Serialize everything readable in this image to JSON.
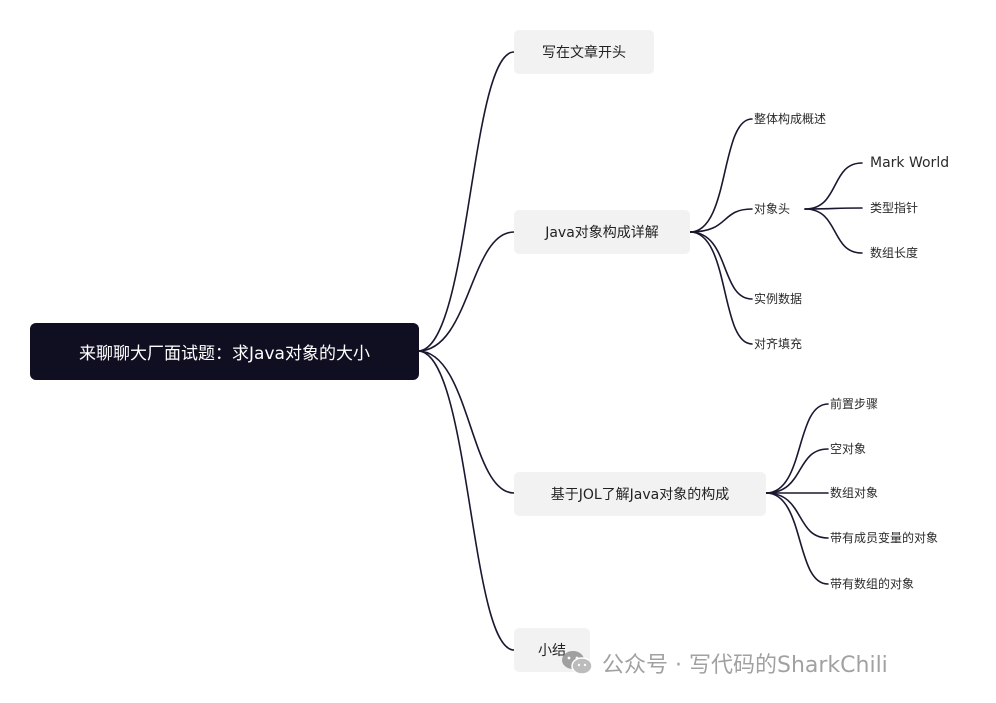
{
  "mindmap": {
    "root": "来聊聊大厂面试题：求Java对象的大小",
    "branches": [
      {
        "label": "写在文章开头",
        "children": []
      },
      {
        "label": "Java对象构成详解",
        "children": [
          {
            "label": "整体构成概述",
            "children": []
          },
          {
            "label": "对象头",
            "children": [
              "Mark World",
              "类型指针",
              "数组长度"
            ]
          },
          {
            "label": "实例数据",
            "children": []
          },
          {
            "label": "对齐填充",
            "children": []
          }
        ]
      },
      {
        "label": "基于JOL了解Java对象的构成",
        "children": [
          {
            "label": "前置步骤",
            "children": []
          },
          {
            "label": "空对象",
            "children": []
          },
          {
            "label": "数组对象",
            "children": []
          },
          {
            "label": "带有成员变量的对象",
            "children": []
          },
          {
            "label": "带有数组的对象",
            "children": []
          }
        ]
      },
      {
        "label": "小结",
        "children": []
      }
    ]
  },
  "watermark": {
    "icon": "wechat-icon",
    "text": "公众号 · 写代码的SharkChili"
  },
  "colors": {
    "root_bg": "#100e21",
    "root_text": "#ffffff",
    "node_bg": "#f2f2f3",
    "line": "#1a1830",
    "watermark": "#9a9a9a"
  }
}
